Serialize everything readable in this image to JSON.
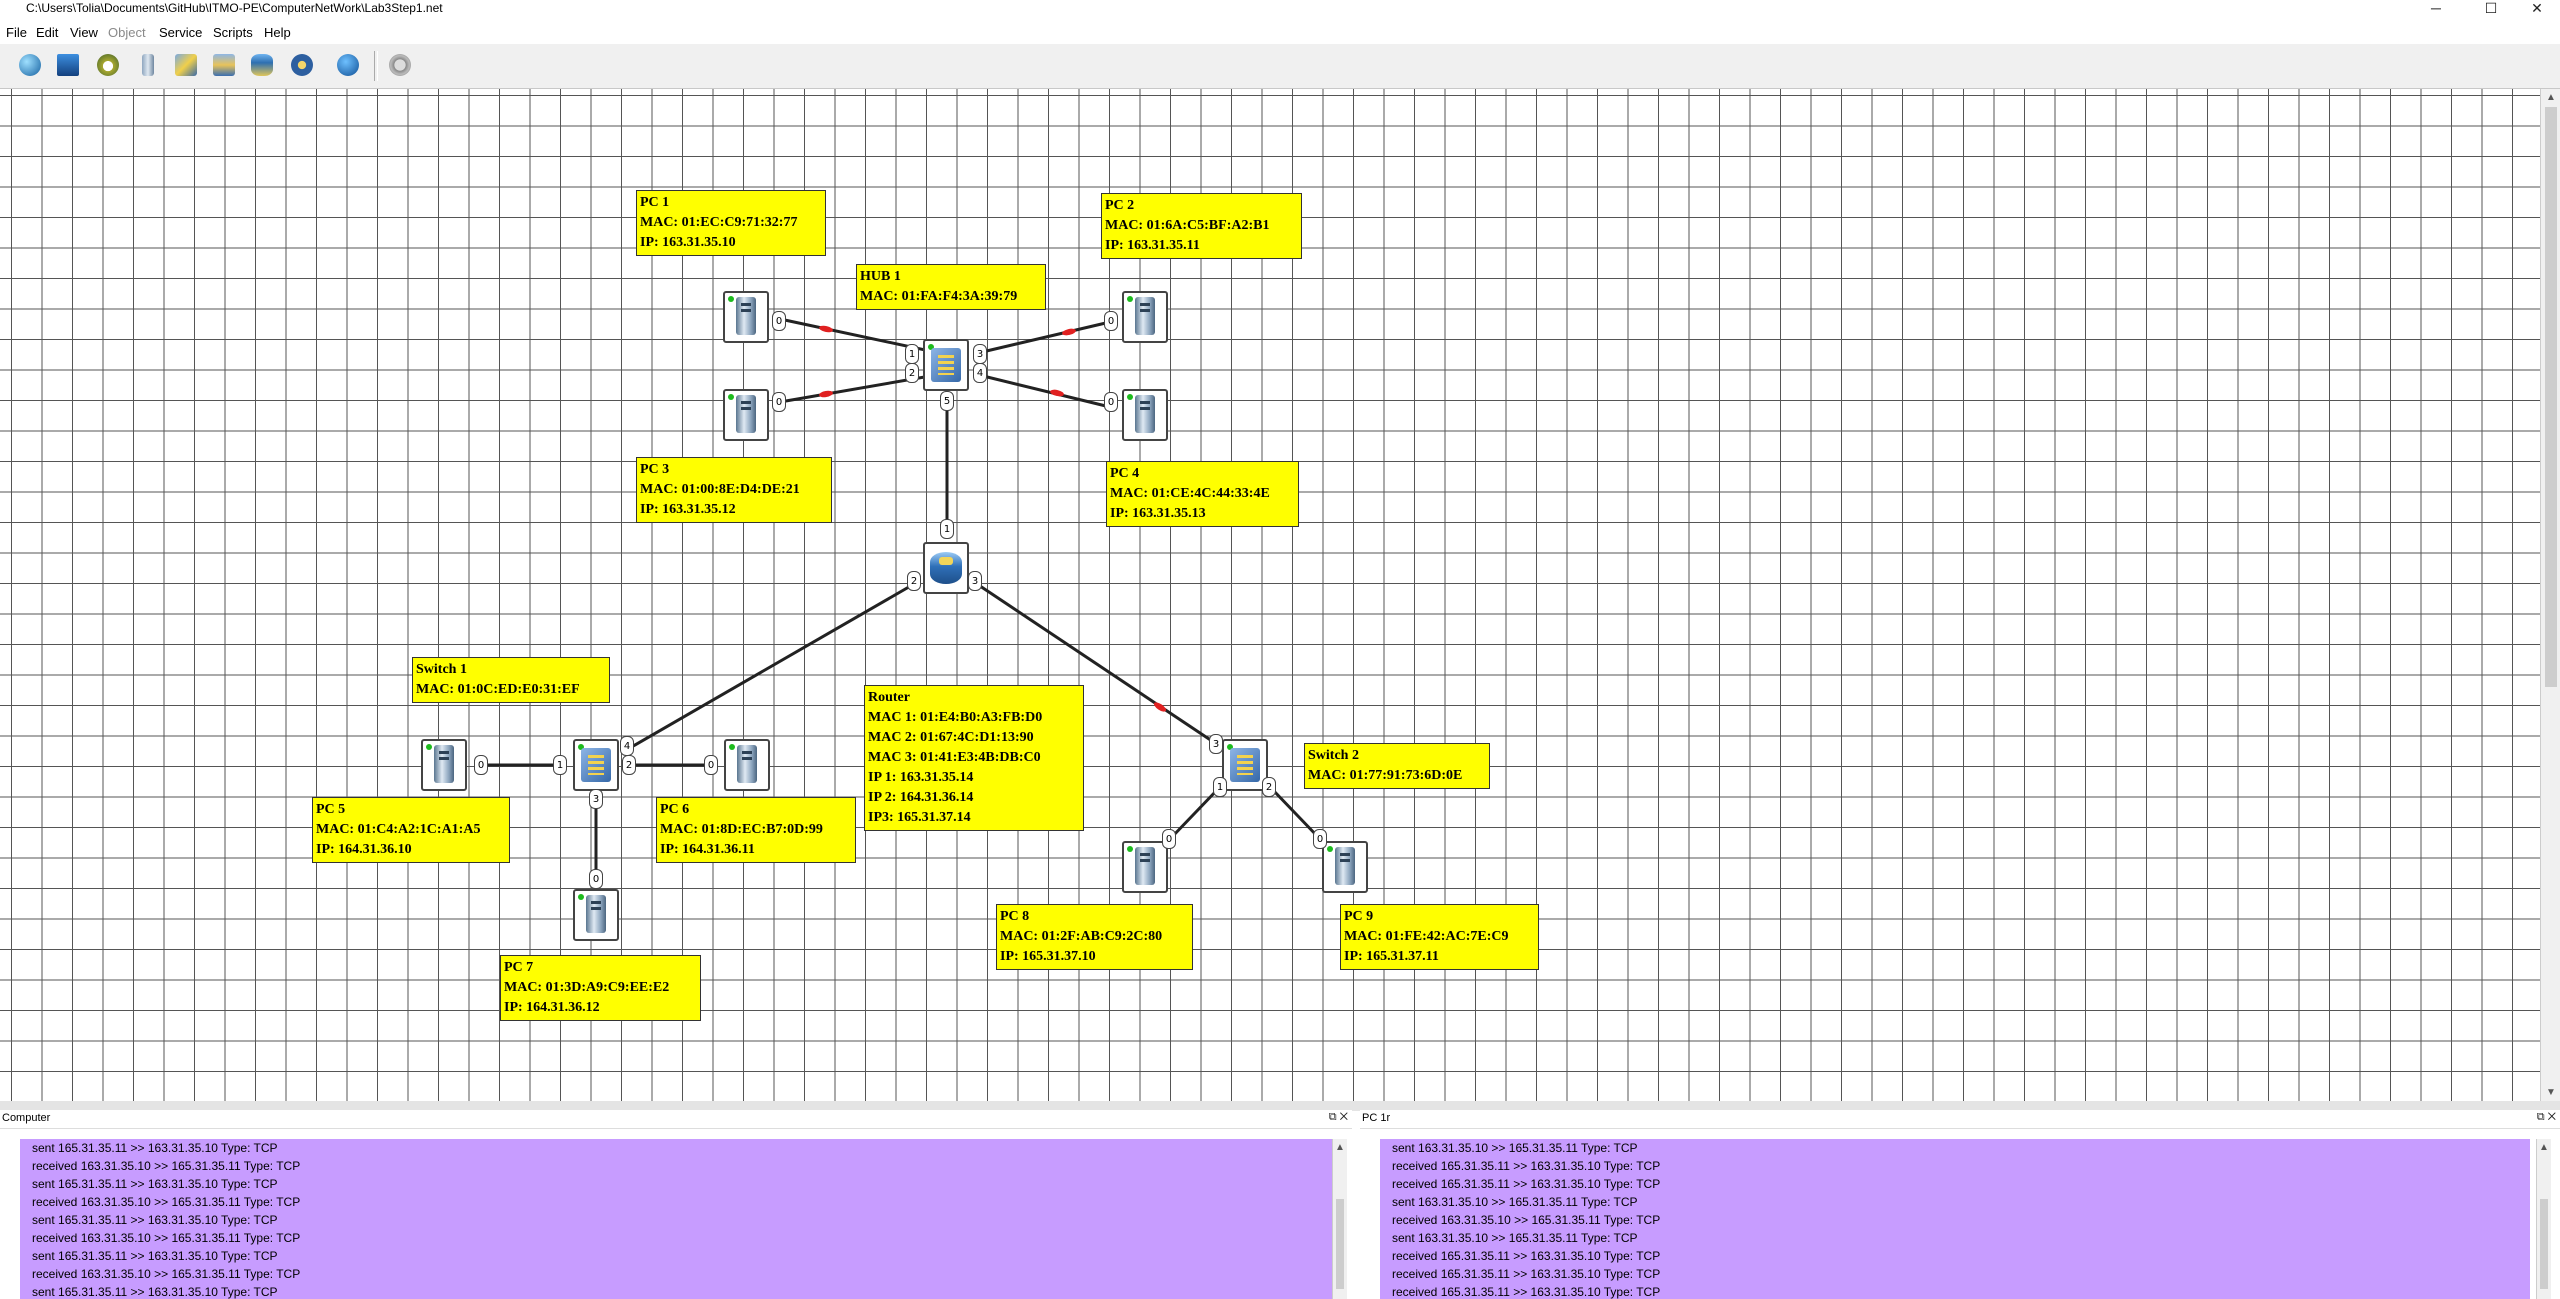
{
  "window": {
    "title": "C:\\Users\\Tolia\\Documents\\GitHub\\ITMO-PE\\ComputerNetWork\\Lab3Step1.net",
    "minimize": "─",
    "maximize": "☐",
    "close": "✕"
  },
  "menu": [
    "File",
    "Edit",
    "View",
    "Object",
    "Service",
    "Scripts",
    "Help"
  ],
  "colors": {
    "label_bg": "#ffff00",
    "log_bg": "#c79cff",
    "status_led": "#1dbb1d",
    "packet_marker": "#e02020"
  },
  "devices": {
    "pc1": {
      "name": "PC 1",
      "mac": "MAC: 01:EC:C9:71:32:77",
      "ip": "IP: 163.31.35.10",
      "port": "0"
    },
    "pc2": {
      "name": "PC 2",
      "mac": "MAC: 01:6A:C5:BF:A2:B1",
      "ip": "IP: 163.31.35.11",
      "port": "0"
    },
    "pc3": {
      "name": "PC 3",
      "mac": "MAC: 01:00:8E:D4:DE:21",
      "ip": "IP: 163.31.35.12",
      "port": "0"
    },
    "pc4": {
      "name": "PC 4",
      "mac": "MAC: 01:CE:4C:44:33:4E",
      "ip": "IP: 163.31.35.13",
      "port": "0"
    },
    "pc5": {
      "name": "PC 5",
      "mac": "MAC: 01:C4:A2:1C:A1:A5",
      "ip": "IP: 164.31.36.10",
      "port": "0"
    },
    "pc6": {
      "name": "PC 6",
      "mac": "MAC: 01:8D:EC:B7:0D:99",
      "ip": "IP: 164.31.36.11",
      "port": "0"
    },
    "pc7": {
      "name": "PC 7",
      "mac": "MAC: 01:3D:A9:C9:EE:E2",
      "ip": "IP: 164.31.36.12",
      "port": "0"
    },
    "pc8": {
      "name": "PC 8",
      "mac": "MAC: 01:2F:AB:C9:2C:80",
      "ip": "IP: 165.31.37.10",
      "port": "0"
    },
    "pc9": {
      "name": "PC 9",
      "mac": "MAC: 01:FE:42:AC:7E:C9",
      "ip": "IP: 165.31.37.11",
      "port": "0"
    },
    "hub1": {
      "name": "HUB 1",
      "mac": "MAC: 01:FA:F4:3A:39:79",
      "ports": [
        "1",
        "2",
        "3",
        "4",
        "5"
      ]
    },
    "switch1": {
      "name": "Switch 1",
      "mac": "MAC: 01:0C:ED:E0:31:EF",
      "ports": [
        "1",
        "2",
        "3",
        "4"
      ]
    },
    "switch2": {
      "name": "Switch 2",
      "mac": "MAC: 01:77:91:73:6D:0E",
      "ports": [
        "1",
        "2",
        "3"
      ]
    },
    "router": {
      "name": "Router",
      "lines": [
        "MAC 1: 01:E4:B0:A3:FB:D0",
        "MAC 2: 01:67:4C:D1:13:90",
        "MAC 3: 01:41:E3:4B:DB:C0",
        "IP 1: 163.31.35.14",
        "IP 2: 164.31.36.14",
        "IP3:  165.31.37.14"
      ],
      "ports": [
        "1",
        "2",
        "3"
      ]
    }
  },
  "panels": {
    "left": {
      "title": "Computer",
      "lines": [
        "sent 165.31.35.11 >> 163.31.35.10 Type:  TCP",
        "received 163.31.35.10 >> 165.31.35.11 Type:  TCP",
        "sent 165.31.35.11 >> 163.31.35.10 Type:  TCP",
        "received 163.31.35.10 >> 165.31.35.11 Type:  TCP",
        "sent 165.31.35.11 >> 163.31.35.10 Type:  TCP",
        "received 163.31.35.10 >> 165.31.35.11 Type:  TCP",
        "sent 165.31.35.11 >> 163.31.35.10 Type:  TCP",
        "received 163.31.35.10 >> 165.31.35.11 Type:  TCP",
        "sent 165.31.35.11 >> 163.31.35.10 Type:  TCP"
      ]
    },
    "right": {
      "title": "PC 1r",
      "lines": [
        "sent 163.31.35.10 >> 165.31.35.11 Type:  TCP",
        "received 165.31.35.11 >> 163.31.35.10 Type:  TCP",
        "received 165.31.35.11 >> 163.31.35.10 Type:  TCP",
        "sent 163.31.35.10 >> 165.31.35.11 Type:  TCP",
        "received 163.31.35.10 >> 165.31.35.11 Type:  TCP",
        "sent 163.31.35.10 >> 165.31.35.11 Type:  TCP",
        "received 165.31.35.11 >> 163.31.35.10 Type:  TCP",
        "received 165.31.35.11 >> 163.31.35.10 Type:  TCP",
        "received 165.31.35.11 >> 163.31.35.10 Type:  TCP"
      ]
    }
  }
}
